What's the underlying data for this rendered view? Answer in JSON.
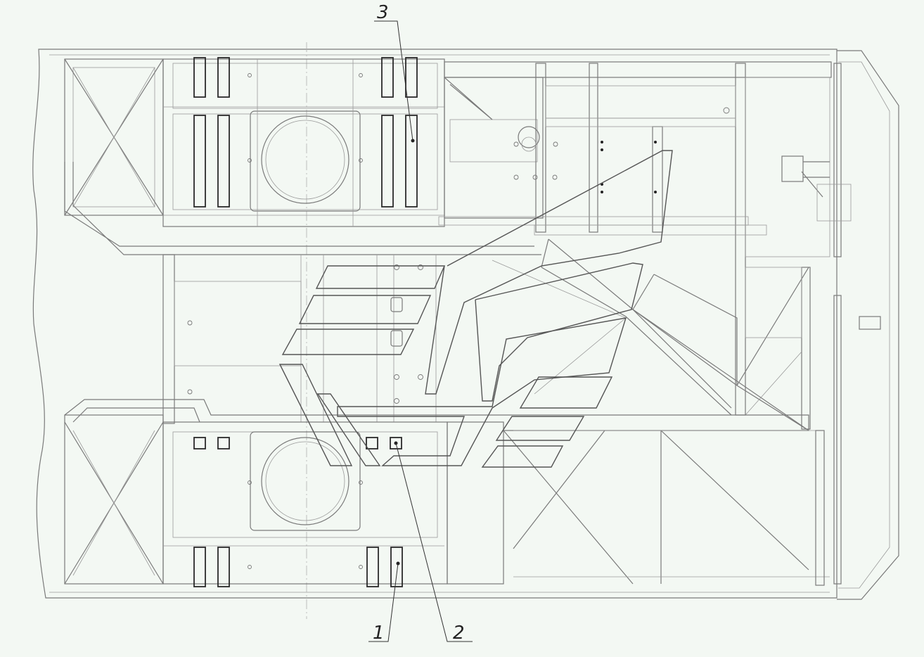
{
  "callouts": [
    {
      "id": "1",
      "label": "1"
    },
    {
      "id": "2",
      "label": "2"
    },
    {
      "id": "3",
      "label": "3"
    }
  ],
  "colors": {
    "background": "#f3f8f3",
    "line": "#7a7a7a",
    "part": "#2a2a2a"
  }
}
